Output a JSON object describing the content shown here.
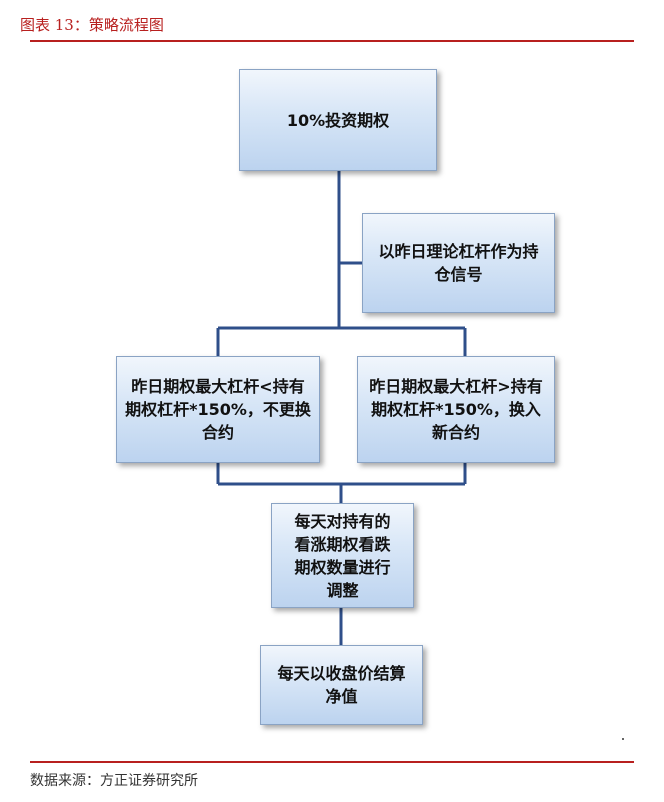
{
  "header": {
    "caption": "图表 13：策略流程图"
  },
  "footer": {
    "source": "数据来源：方正证券研究所"
  },
  "flow": {
    "invest": "10%投资期权",
    "signal": "以昨日理论杠杆作为持仓信号",
    "keep": "昨日期权最大杠杆<持有期权杠杆*150%，不更换合约",
    "switch": "昨日期权最大杠杆>持有期权杠杆*150%，换入新合约",
    "adjust": "每天对持有的看涨期权看跌期权数量进行调整",
    "nav": "每天以收盘价结算净值"
  },
  "colors": {
    "accent": "#b8201f",
    "connector": "#2f4f8a",
    "box_fill": "#d9e7f7"
  }
}
